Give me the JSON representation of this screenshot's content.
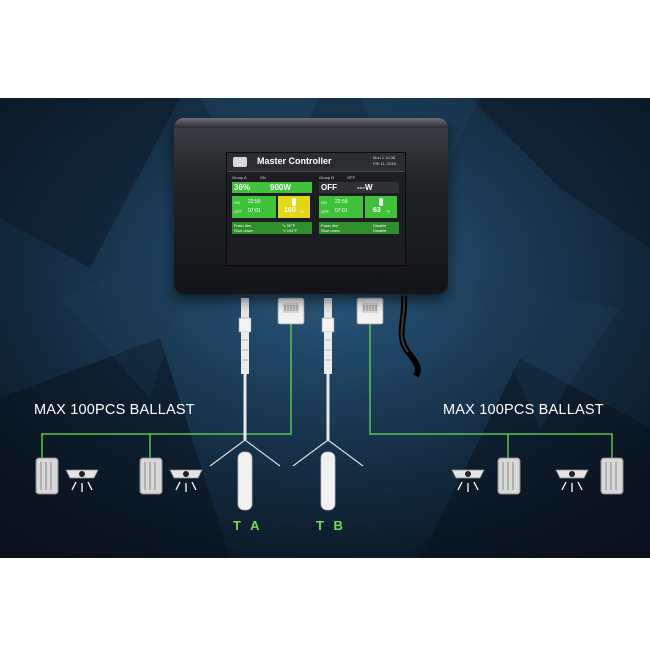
{
  "controller": {
    "screen_title": "Master Controller",
    "datetime_line1": "Mon 1 10:38",
    "datetime_line2": "FRI 11, 2018",
    "group_a": {
      "label": "Group A",
      "state_label": "ON",
      "dim_percent": "36%",
      "watts": "900W",
      "on_label": "ON",
      "on_time": "22:59",
      "off_label": "OFF",
      "off_time": "07:01",
      "level": "100",
      "unit": "%",
      "footer_line1_left": "Fusio dim",
      "footer_line1_right": "°c 90°F",
      "footer_line2_left": "Shut down",
      "footer_line2_right": "°c 104°F"
    },
    "group_b": {
      "label": "Group B",
      "state_label": "OFF",
      "state": "OFF",
      "watts": "---W",
      "on_label": "ON",
      "on_time": "22:59",
      "off_label": "OFF",
      "off_time": "07:01",
      "temp": "63",
      "unit": "°F",
      "footer_line1_left": "Fusio dim",
      "footer_line1_right": "Disable",
      "footer_line2_left": "Shut down",
      "footer_line2_right": "Disable"
    }
  },
  "left_title": "MAX 100PCS BALLAST",
  "right_title": "MAX 100PCS BALLAST",
  "sensor_a": "T A",
  "sensor_b": "T B",
  "colors": {
    "background": "#0b1320",
    "accent_green": "#3fc23a",
    "yellow_cell": "#e3d816",
    "wire_green": "#54c64a"
  }
}
